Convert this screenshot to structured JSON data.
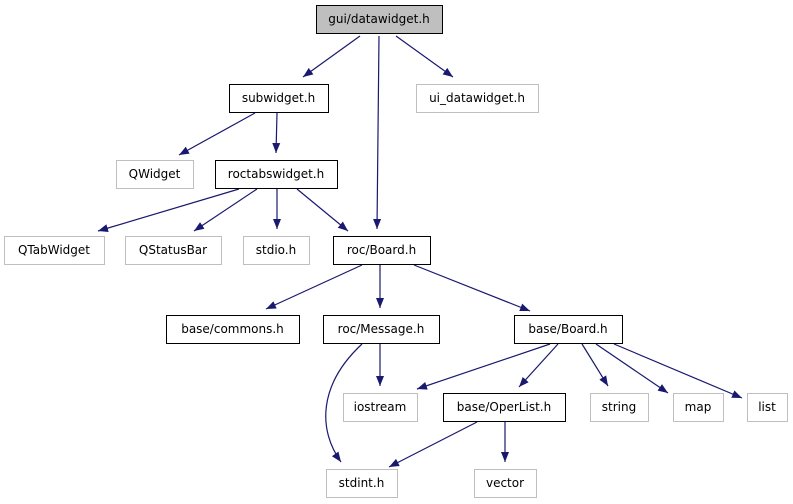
{
  "graph": {
    "nodes": [
      {
        "id": "n0",
        "label": "gui/datawidget.h",
        "style": "current"
      },
      {
        "id": "n1",
        "label": "subwidget.h",
        "style": "documented"
      },
      {
        "id": "n2",
        "label": "ui_datawidget.h",
        "style": "external"
      },
      {
        "id": "n3",
        "label": "QWidget",
        "style": "external"
      },
      {
        "id": "n4",
        "label": "roctabswidget.h",
        "style": "documented"
      },
      {
        "id": "n5",
        "label": "QTabWidget",
        "style": "external"
      },
      {
        "id": "n6",
        "label": "QStatusBar",
        "style": "external"
      },
      {
        "id": "n7",
        "label": "stdio.h",
        "style": "external"
      },
      {
        "id": "n8",
        "label": "roc/Board.h",
        "style": "documented"
      },
      {
        "id": "n9",
        "label": "base/commons.h",
        "style": "documented"
      },
      {
        "id": "n10",
        "label": "roc/Message.h",
        "style": "documented"
      },
      {
        "id": "n11",
        "label": "base/Board.h",
        "style": "documented"
      },
      {
        "id": "n12",
        "label": "iostream",
        "style": "external"
      },
      {
        "id": "n13",
        "label": "base/OperList.h",
        "style": "documented"
      },
      {
        "id": "n14",
        "label": "string",
        "style": "external"
      },
      {
        "id": "n15",
        "label": "map",
        "style": "external"
      },
      {
        "id": "n16",
        "label": "list",
        "style": "external"
      },
      {
        "id": "n17",
        "label": "stdint.h",
        "style": "external"
      },
      {
        "id": "n18",
        "label": "vector",
        "style": "external"
      }
    ],
    "edges": [
      {
        "from": "n0",
        "to": "n1"
      },
      {
        "from": "n0",
        "to": "n8"
      },
      {
        "from": "n0",
        "to": "n2"
      },
      {
        "from": "n1",
        "to": "n3"
      },
      {
        "from": "n1",
        "to": "n4"
      },
      {
        "from": "n4",
        "to": "n5"
      },
      {
        "from": "n4",
        "to": "n6"
      },
      {
        "from": "n4",
        "to": "n7"
      },
      {
        "from": "n4",
        "to": "n8"
      },
      {
        "from": "n8",
        "to": "n9"
      },
      {
        "from": "n8",
        "to": "n10"
      },
      {
        "from": "n8",
        "to": "n11"
      },
      {
        "from": "n10",
        "to": "n12"
      },
      {
        "from": "n10",
        "to": "n17"
      },
      {
        "from": "n11",
        "to": "n12"
      },
      {
        "from": "n11",
        "to": "n13"
      },
      {
        "from": "n11",
        "to": "n14"
      },
      {
        "from": "n11",
        "to": "n15"
      },
      {
        "from": "n11",
        "to": "n16"
      },
      {
        "from": "n13",
        "to": "n17"
      },
      {
        "from": "n13",
        "to": "n18"
      }
    ]
  },
  "colors": {
    "edge": "#191970",
    "current_fill": "#bfbfbf",
    "current_stroke": "#000000",
    "documented_fill": "#ffffff",
    "documented_stroke": "#000000",
    "external_fill": "#ffffff",
    "external_stroke": "#bfbfbf",
    "text": "#000000"
  }
}
